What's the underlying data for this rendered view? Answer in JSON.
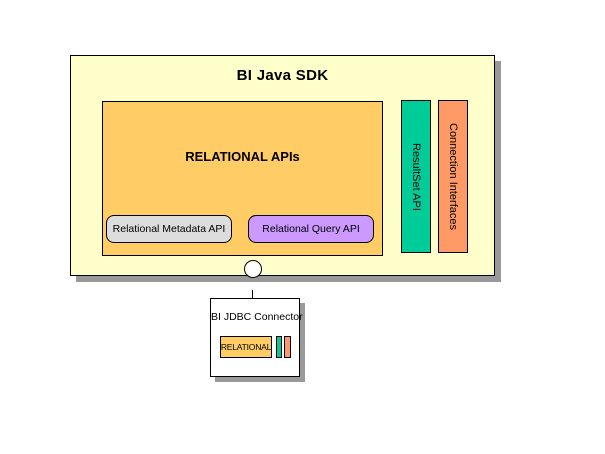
{
  "diagram": {
    "title": "BI Java SDK",
    "relational_apis": {
      "title": "RELATIONAL APIs"
    },
    "metadata_api": {
      "label": "Relational Metadata API"
    },
    "query_api": {
      "label": "Relational Query API"
    },
    "resultset_api": {
      "label": "ResultSet API"
    },
    "connection_interfaces": {
      "label": "Connection Interfaces"
    },
    "connector": {
      "title": "BI JDBC Connector",
      "chip_label": "RELATIONAL"
    }
  },
  "colors": {
    "sdk_box_fill": "#FFFFCC",
    "apis_box_fill": "#FFCC66",
    "metadata_box_fill": "#DDDDDD",
    "query_box_fill": "#CC99FF",
    "resultset_fill": "#00CC99",
    "connection_fill": "#FF9966",
    "border": "#000000",
    "shadow": "#999999",
    "background": "#FFFFFF"
  }
}
